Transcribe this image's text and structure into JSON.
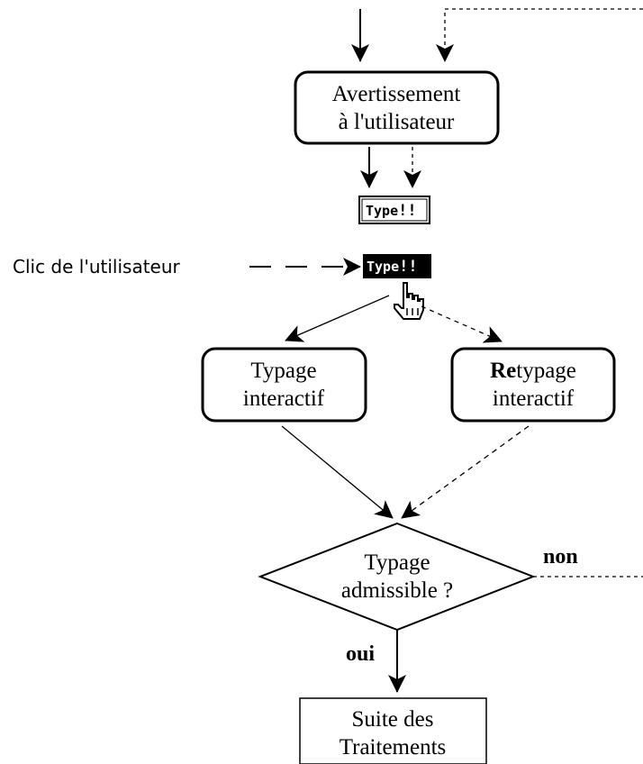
{
  "warning_box": {
    "line1": "Avertissement",
    "line2": "à l'utilisateur"
  },
  "type_button": {
    "label": "Type",
    "mark": "!!"
  },
  "type_button_pressed": {
    "label": "Type",
    "mark": "!!"
  },
  "user_click_label": "Clic de l'utilisateur",
  "typing_box": {
    "line1": "Typage",
    "line2": "interactif"
  },
  "retyping_box": {
    "line1_bold": "Re",
    "line1_rest": "typage",
    "line2": "interactif"
  },
  "decision": {
    "line1": "Typage",
    "line2": "admissible ?"
  },
  "yes_label": "oui",
  "no_label": "non",
  "next_box": {
    "line1": "Suite des",
    "line2": "Traitements"
  }
}
